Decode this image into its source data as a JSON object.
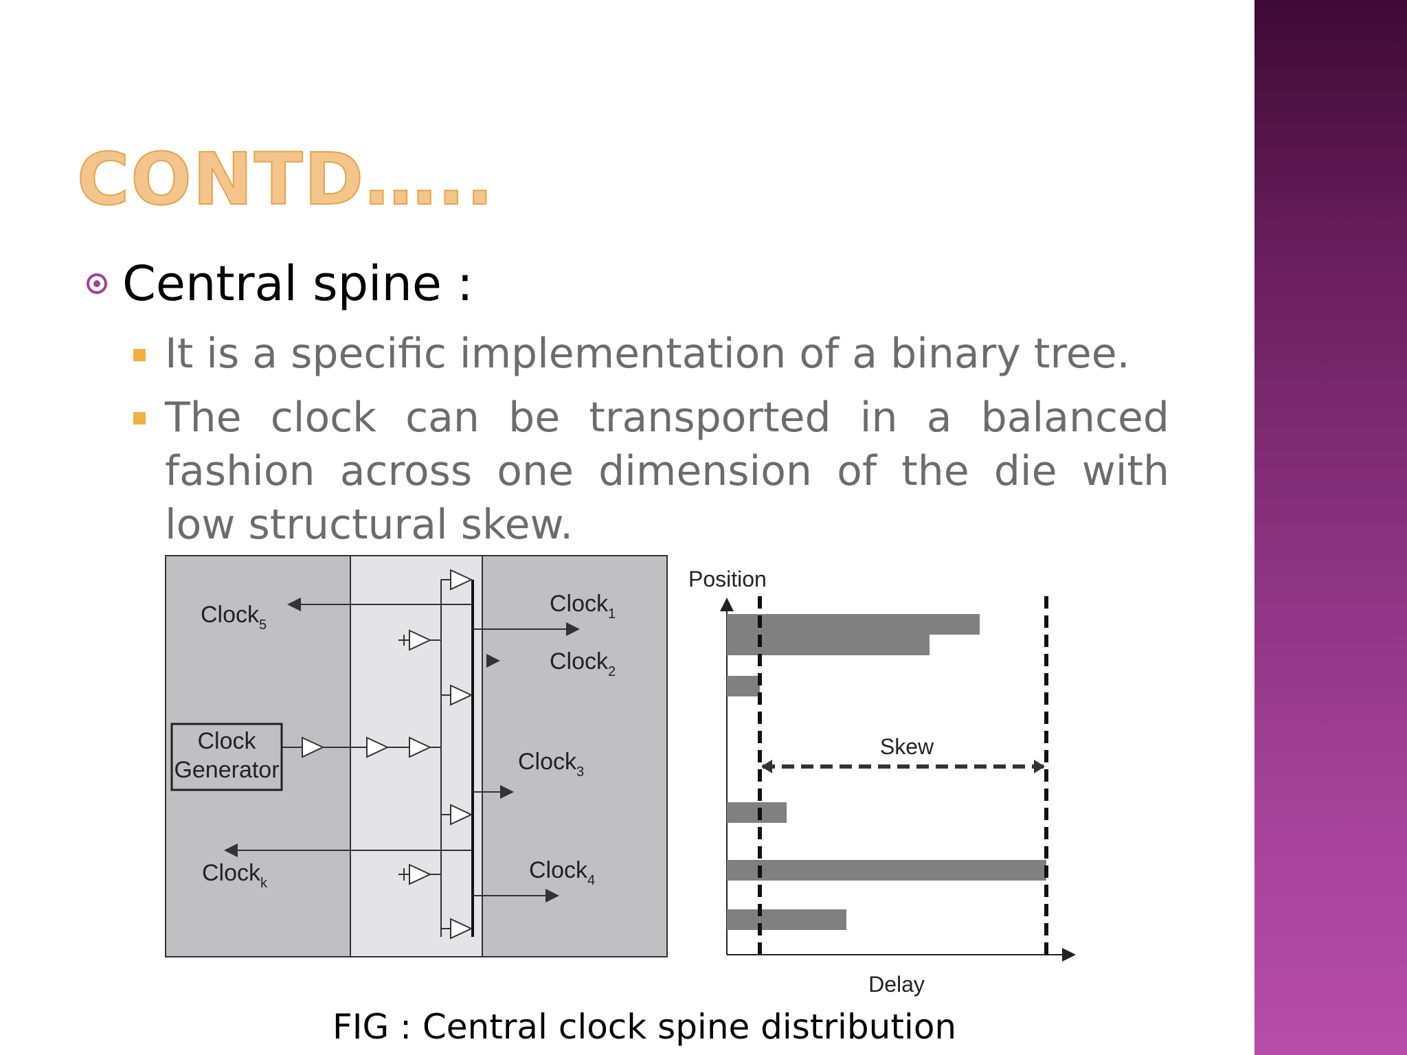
{
  "slide": {
    "title": "CONTD…..",
    "bullet": "Central spine :",
    "subbullets": [
      "It is a specific implementation of a binary tree.",
      "The clock can be transported in a balanced fashion across one dimension of the die with low structural skew."
    ],
    "caption": "FIG : Central clock spine distribution"
  },
  "diagram": {
    "clock_generator_line1": "Clock",
    "clock_generator_line2": "Generator",
    "clock_labels": [
      {
        "base": "Clock",
        "sub": "5"
      },
      {
        "base": "Clock",
        "sub": "1"
      },
      {
        "base": "Clock",
        "sub": "2"
      },
      {
        "base": "Clock",
        "sub": "3"
      },
      {
        "base": "Clock",
        "sub": "k"
      },
      {
        "base": "Clock",
        "sub": "4"
      }
    ]
  },
  "chart_data": {
    "type": "bar",
    "orientation": "horizontal",
    "xlabel": "Delay",
    "ylabel": "Position",
    "annotation": "Skew",
    "values": [
      0.76,
      0.61,
      0.1,
      0.18,
      0.96,
      0.36
    ],
    "markers": [
      0.1,
      0.96
    ]
  },
  "colors": {
    "accent_purple": "#a0429a",
    "title_orange": "#f3c58a",
    "square_bullet": "#f1b041",
    "bar_gray": "#808080"
  }
}
